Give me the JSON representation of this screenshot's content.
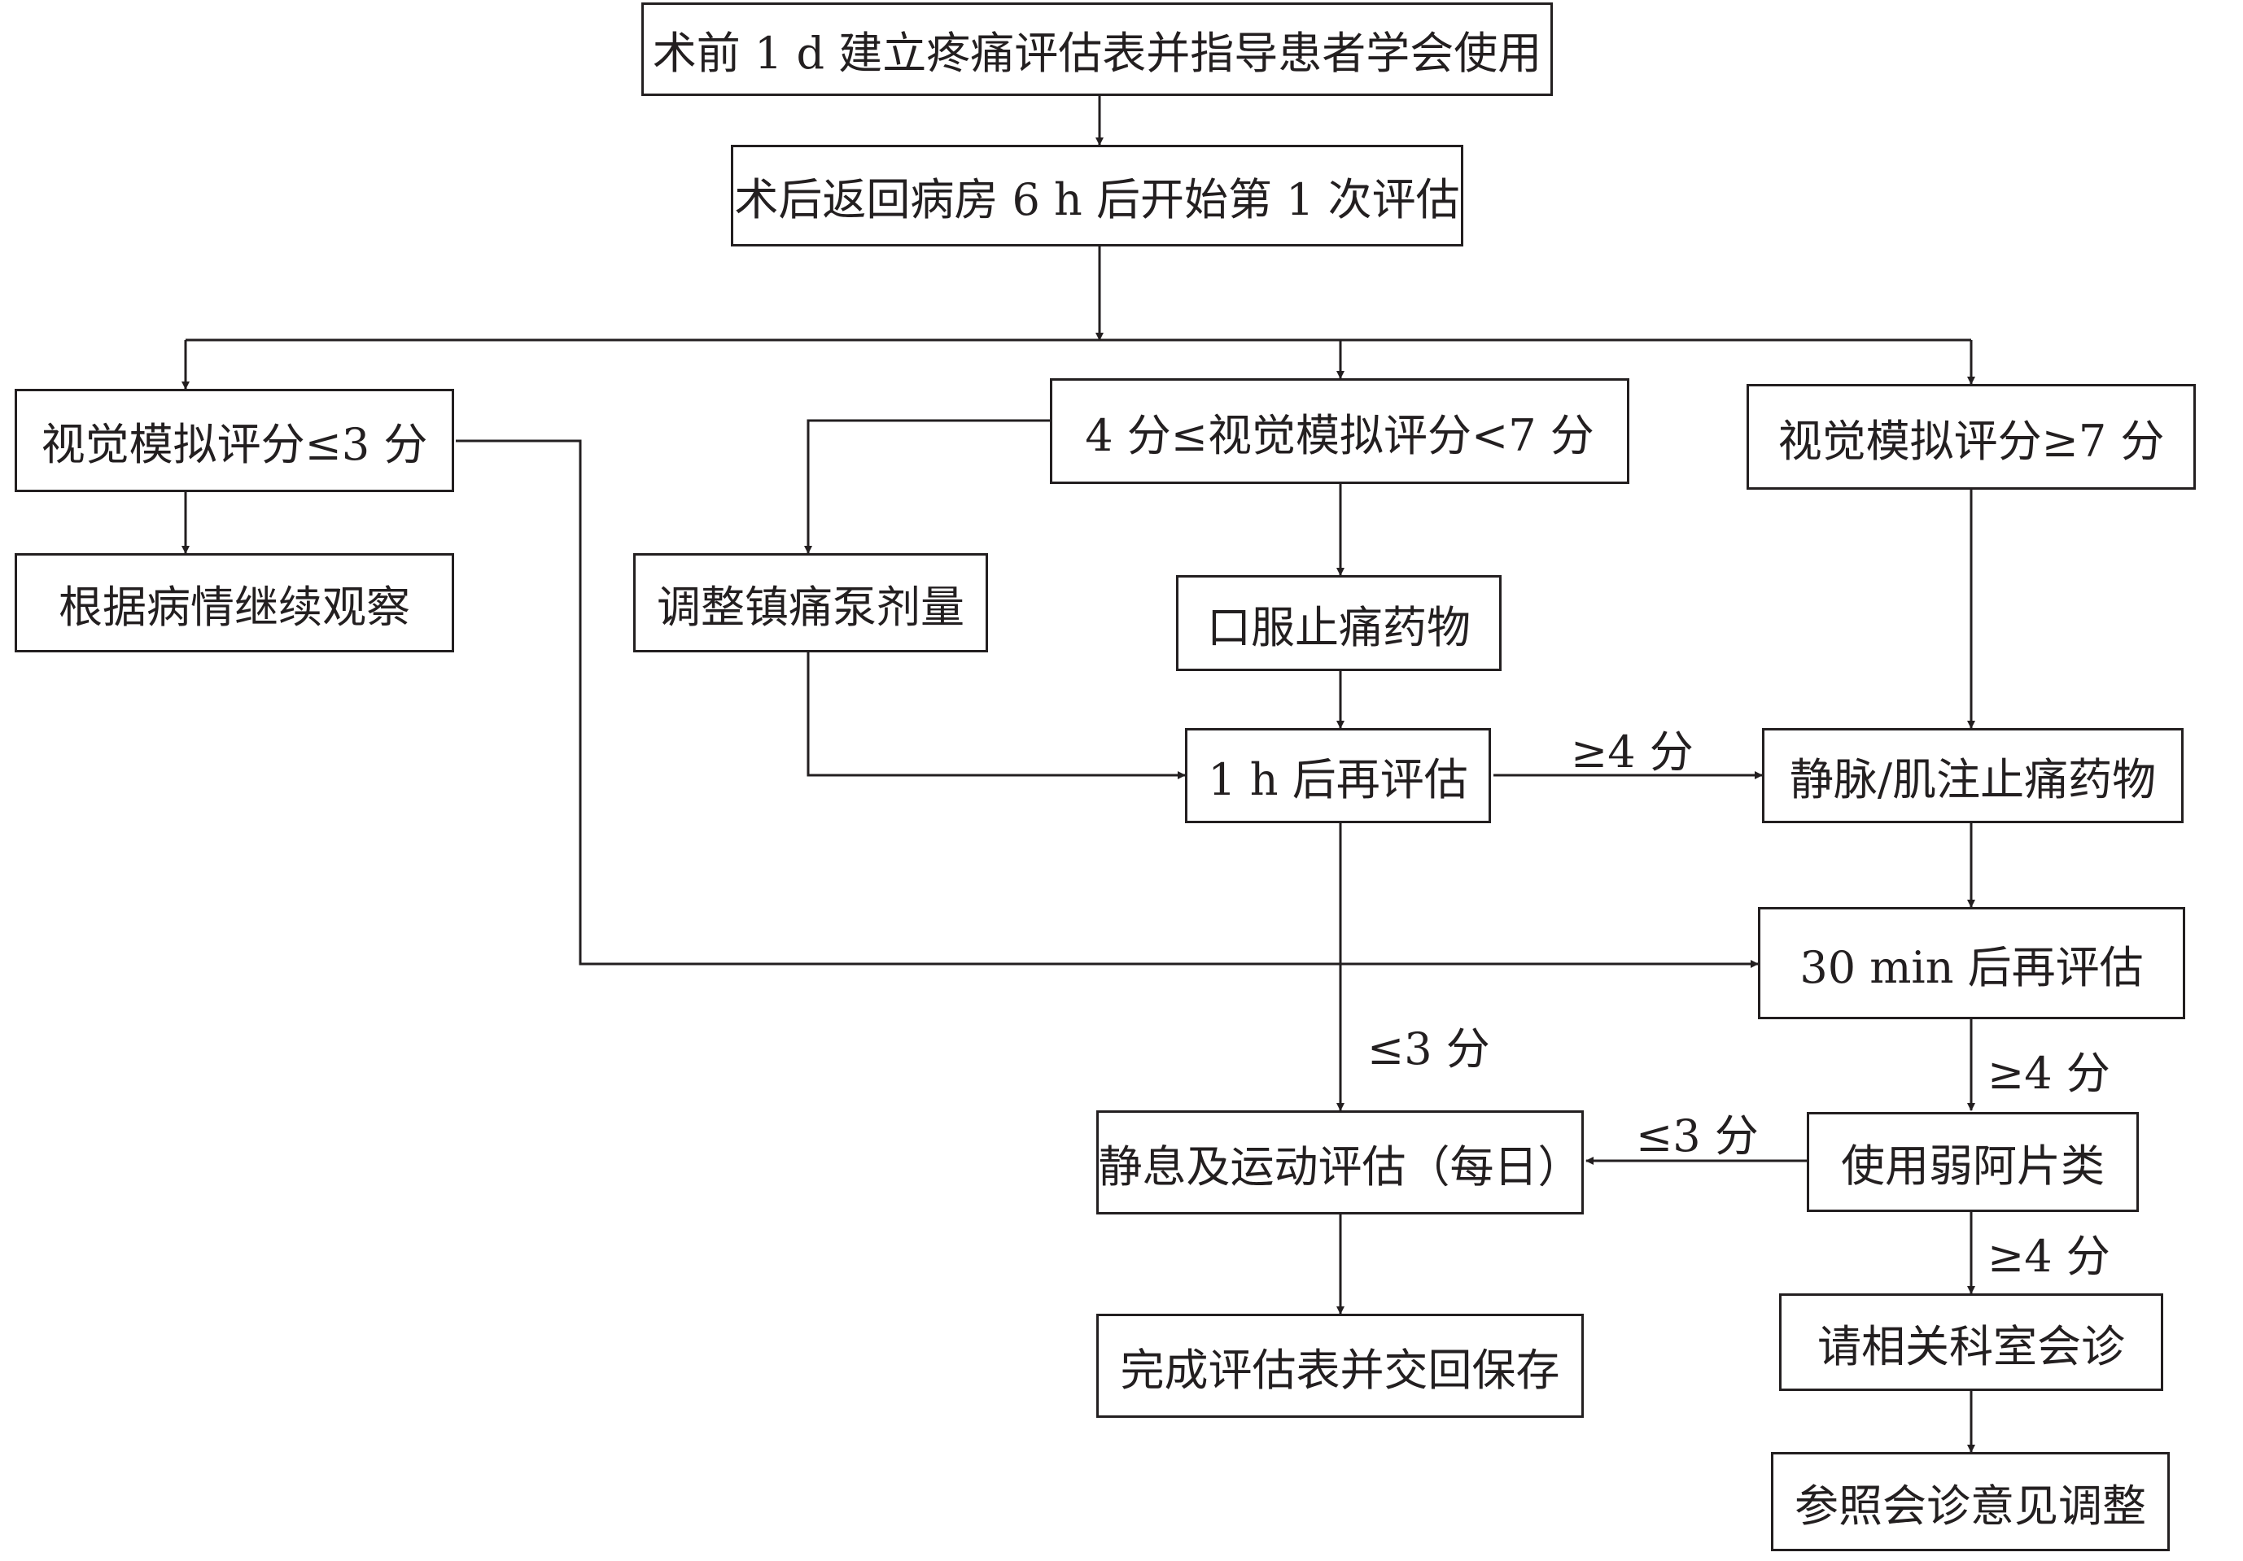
{
  "nodes": {
    "pre_op": "术前 1 d 建立疼痛评估表并指导患者学会使用",
    "post_op": "术后返回病房 6 h 后开始第 1 次评估",
    "low": "视觉模拟评分≤3 分",
    "mid": "4 分≤视觉模拟评分<7 分",
    "high": "视觉模拟评分≥7 分",
    "observe": "根据病情继续观察",
    "adjust_pump": "调整镇痛泵剂量",
    "oral": "口服止痛药物",
    "reassess_1h": "1 h 后再评估",
    "iv_im": "静脉/肌注止痛药物",
    "reassess_30": "30 min 后再评估",
    "rest_motion": "静息及运动评估（每日）",
    "opioid": "使用弱阿片类",
    "consult": "请相关科室会诊",
    "complete": "完成评估表并交回保存",
    "adjust_consult": "参照会诊意见调整"
  },
  "edge_labels": {
    "to_iv": "≥4 分",
    "to_rest": "≤3 分",
    "to_opioid": "≥4 分",
    "opioid_to_rest": "≤3 分",
    "to_consult": "≥4 分"
  }
}
